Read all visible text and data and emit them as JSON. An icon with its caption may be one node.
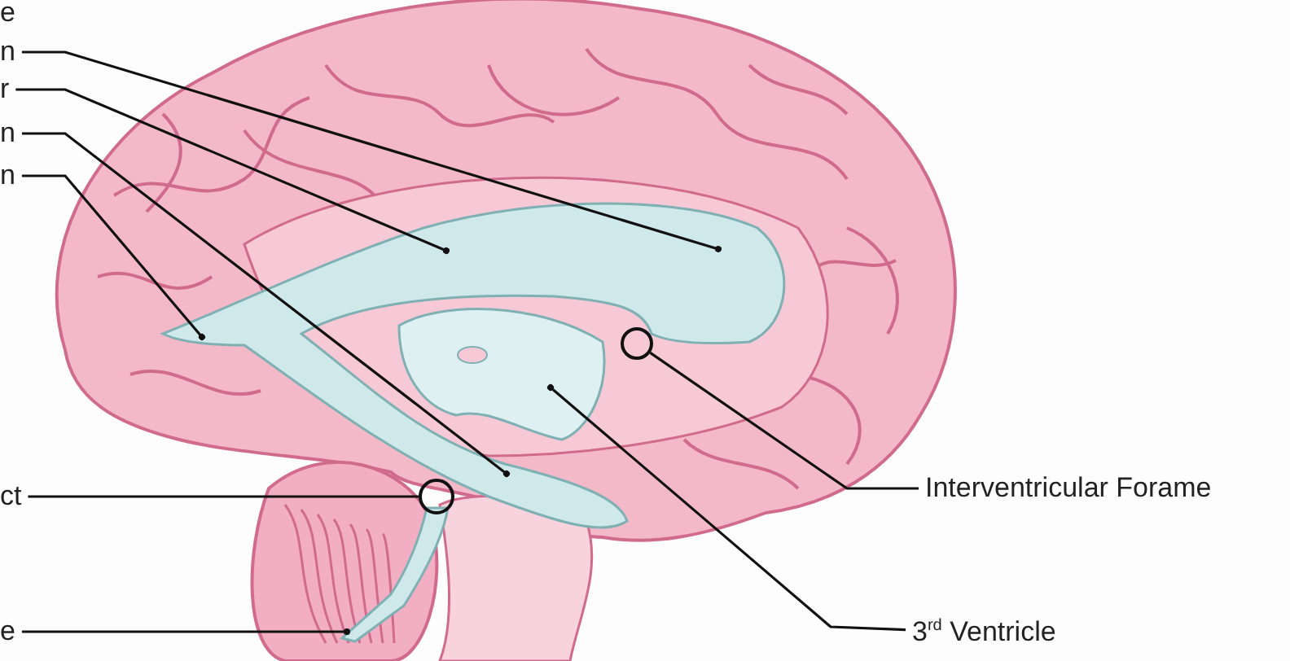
{
  "diagram": {
    "nodes": [
      {
        "text": [
          "n"
        ]
      },
      {
        "text": [
          "r"
        ]
      },
      {
        "text": [
          "n"
        ]
      },
      {
        "text": [
          "n"
        ]
      },
      {
        "text": [
          "ct"
        ]
      },
      {
        "text": [
          "e"
        ]
      },
      {
        "text": [
          "Interventricular Forame"
        ]
      },
      {
        "text": [
          "3$^{rd}$ Ventricle"
        ]
      },
      {
        "text": [],
        "shape": "circle"
      },
      {
        "text": [],
        "shape": "circle"
      }
    ],
    "edges": [
      {
        "from": 0,
        "to": null,
        "arrow": "other"
      },
      {
        "from": 1,
        "to": null,
        "arrow": "other"
      },
      {
        "from": 2,
        "to": null,
        "arrow": "other"
      },
      {
        "from": 3,
        "to": null,
        "arrow": "other"
      },
      {
        "from": 4,
        "to": 9,
        "arrow": "none"
      },
      {
        "from": 5,
        "to": null,
        "arrow": "other"
      },
      {
        "from": 6,
        "to": 8,
        "arrow": "none"
      },
      {
        "from": 7,
        "to": null,
        "arrow": "other"
      }
    ],
    "labels": [
      "e"
    ]
  }
}
